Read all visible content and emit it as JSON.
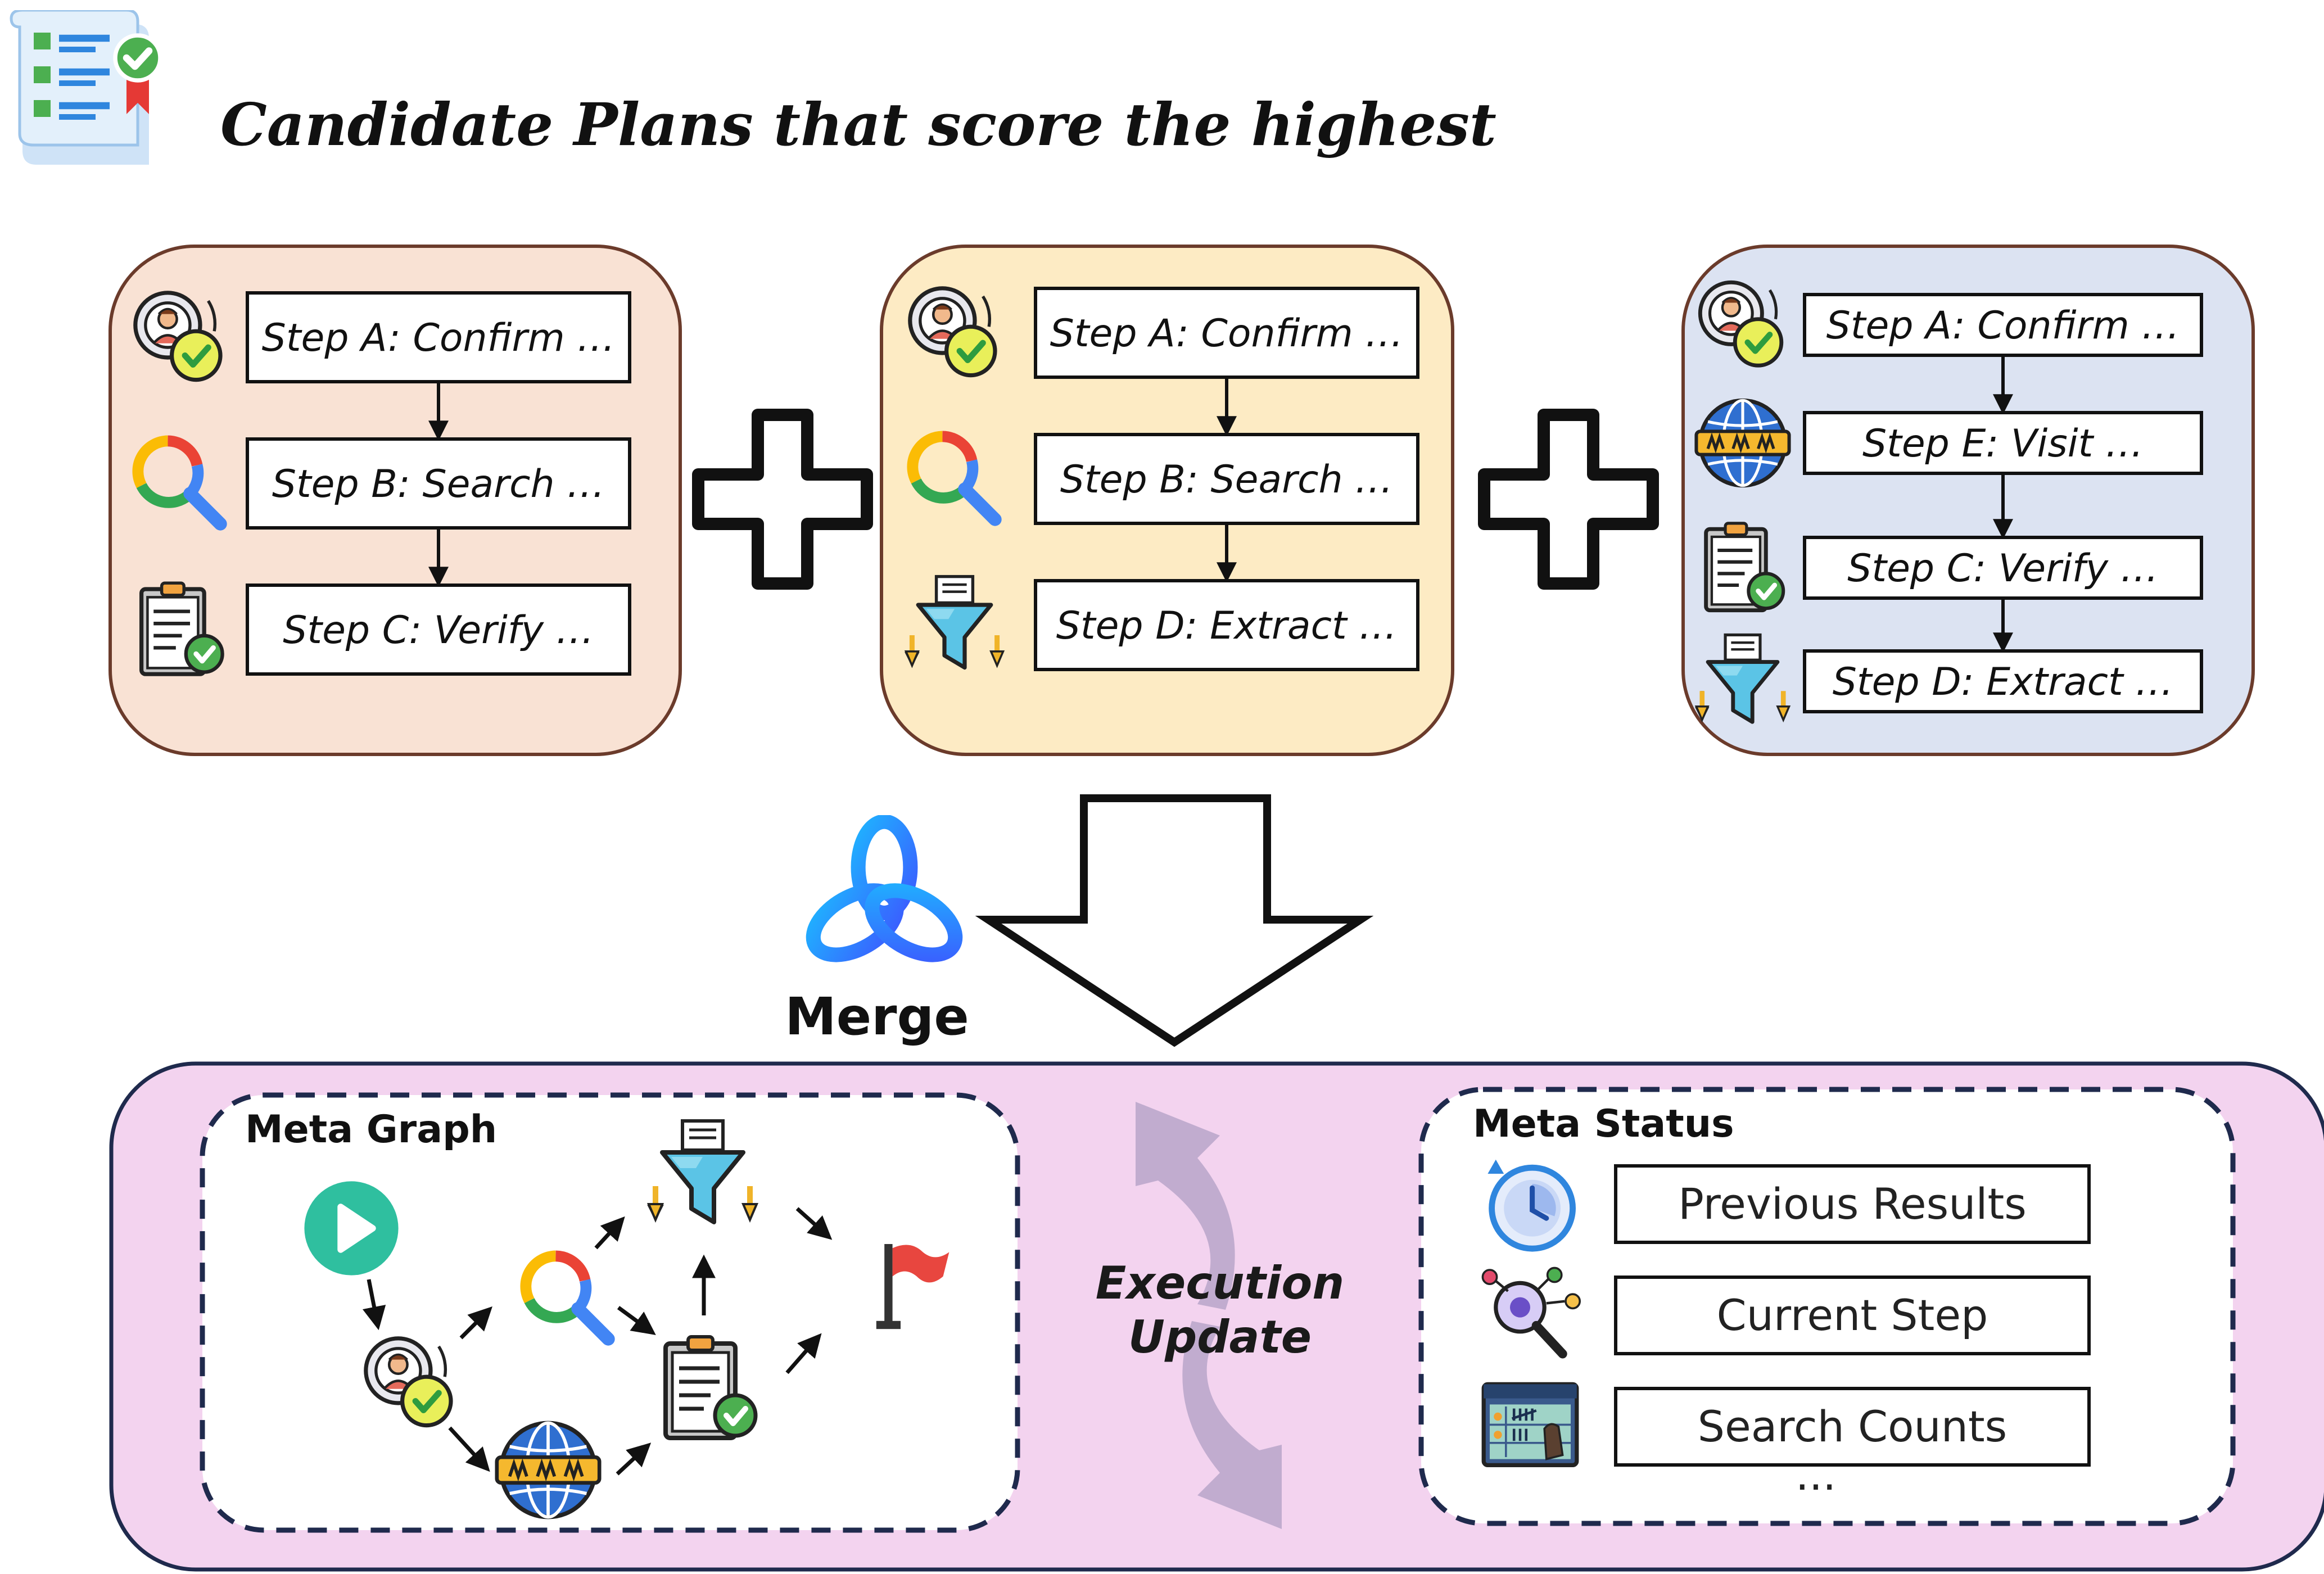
{
  "header": {
    "title": "Candidate Plans that score the highest",
    "icon": "checklist-icon"
  },
  "plans": [
    {
      "colors": {
        "fill": "#f9e2d4",
        "stroke": "#6b3b2b"
      },
      "steps": [
        {
          "label": "Step A: Confirm …",
          "icon": "user-verify-icon"
        },
        {
          "label": "Step B: Search …",
          "icon": "search-icon"
        },
        {
          "label": "Step C: Verify …",
          "icon": "clipboard-check-icon"
        }
      ]
    },
    {
      "colors": {
        "fill": "#fdebc4",
        "stroke": "#6b3b2b"
      },
      "steps": [
        {
          "label": "Step A: Confirm …",
          "icon": "user-verify-icon"
        },
        {
          "label": "Step B: Search …",
          "icon": "search-icon"
        },
        {
          "label": "Step D: Extract …",
          "icon": "funnel-icon"
        }
      ]
    },
    {
      "colors": {
        "fill": "#dce3f2",
        "stroke": "#6b3b2b"
      },
      "steps": [
        {
          "label": "Step A: Confirm …",
          "icon": "user-verify-icon"
        },
        {
          "label": "Step E: Visit …",
          "icon": "globe-icon"
        },
        {
          "label": "Step C: Verify …",
          "icon": "clipboard-check-icon"
        },
        {
          "label": "Step D: Extract …",
          "icon": "funnel-icon"
        }
      ]
    }
  ],
  "merge": {
    "label": "Merge",
    "icon": "merge-knot-icon"
  },
  "meta_graph": {
    "title": "Meta Graph"
  },
  "execution": {
    "line1": "Execution",
    "line2": "Update"
  },
  "meta_status": {
    "title": "Meta Status",
    "items": [
      {
        "label": "Previous Results",
        "icon": "clock-icon"
      },
      {
        "label": "Current Step",
        "icon": "magnifier-nodes-icon"
      },
      {
        "label": "Search Counts",
        "icon": "tally-board-icon"
      }
    ],
    "ellipsis": "..."
  },
  "colors": {
    "bottom_panel_fill": "#f3d3ef",
    "bottom_panel_stroke": "#1f2a4d",
    "dashed_stroke": "#1f2a4d",
    "search_blue": "#4285f4",
    "search_red": "#ea4335",
    "search_yellow": "#fbbc05",
    "search_green": "#34a853",
    "play_teal": "#2fbf9f",
    "flag_red": "#e8463f",
    "funnel_blue": "#5bc4e6",
    "check_green": "#4caf50"
  }
}
